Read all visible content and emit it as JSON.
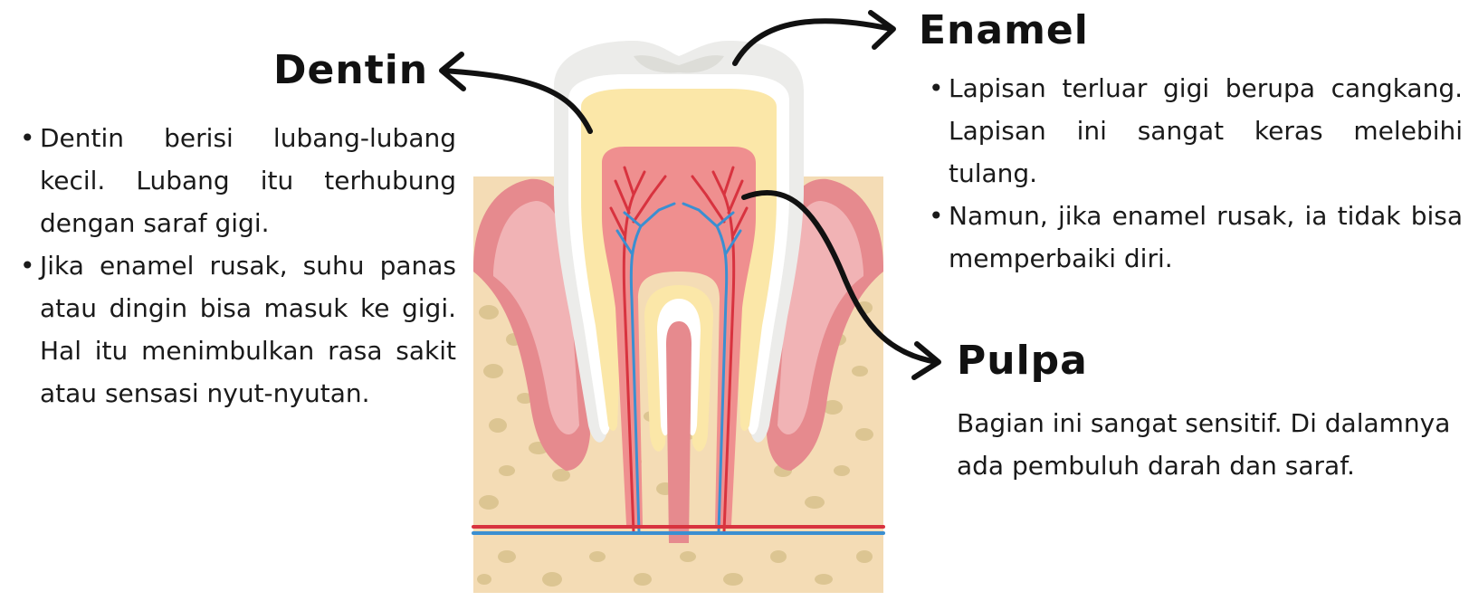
{
  "labels": {
    "dentin": {
      "title": "Dentin",
      "points": [
        "Dentin berisi lubang-lubang kecil. Lubang itu terhubung dengan saraf gigi.",
        "Jika enamel rusak, suhu panas atau dingin bisa masuk ke gigi. Hal itu menimbulkan rasa sakit atau sensasi nyut-nyutan."
      ]
    },
    "enamel": {
      "title": "Enamel",
      "points": [
        "Lapisan terluar gigi berupa cangkang. Lapisan ini sangat keras melebihi tulang.",
        "Namun, jika enamel rusak, ia tidak bisa memperbaiki diri."
      ]
    },
    "pulpa": {
      "title": "Pulpa",
      "text": "Bagian ini sangat sensitif. Di dalamnya ada pembuluh darah dan saraf."
    }
  },
  "colors": {
    "enamel": "#ececea",
    "dentin": "#fbe7a8",
    "pulp": "#ef8f8f",
    "gum": "#e68a8e",
    "bone": "#f4dcb5",
    "bone_spots": "#dcc592",
    "artery": "#d8333f",
    "nerve": "#3b8fd1",
    "arrow": "#111111"
  }
}
